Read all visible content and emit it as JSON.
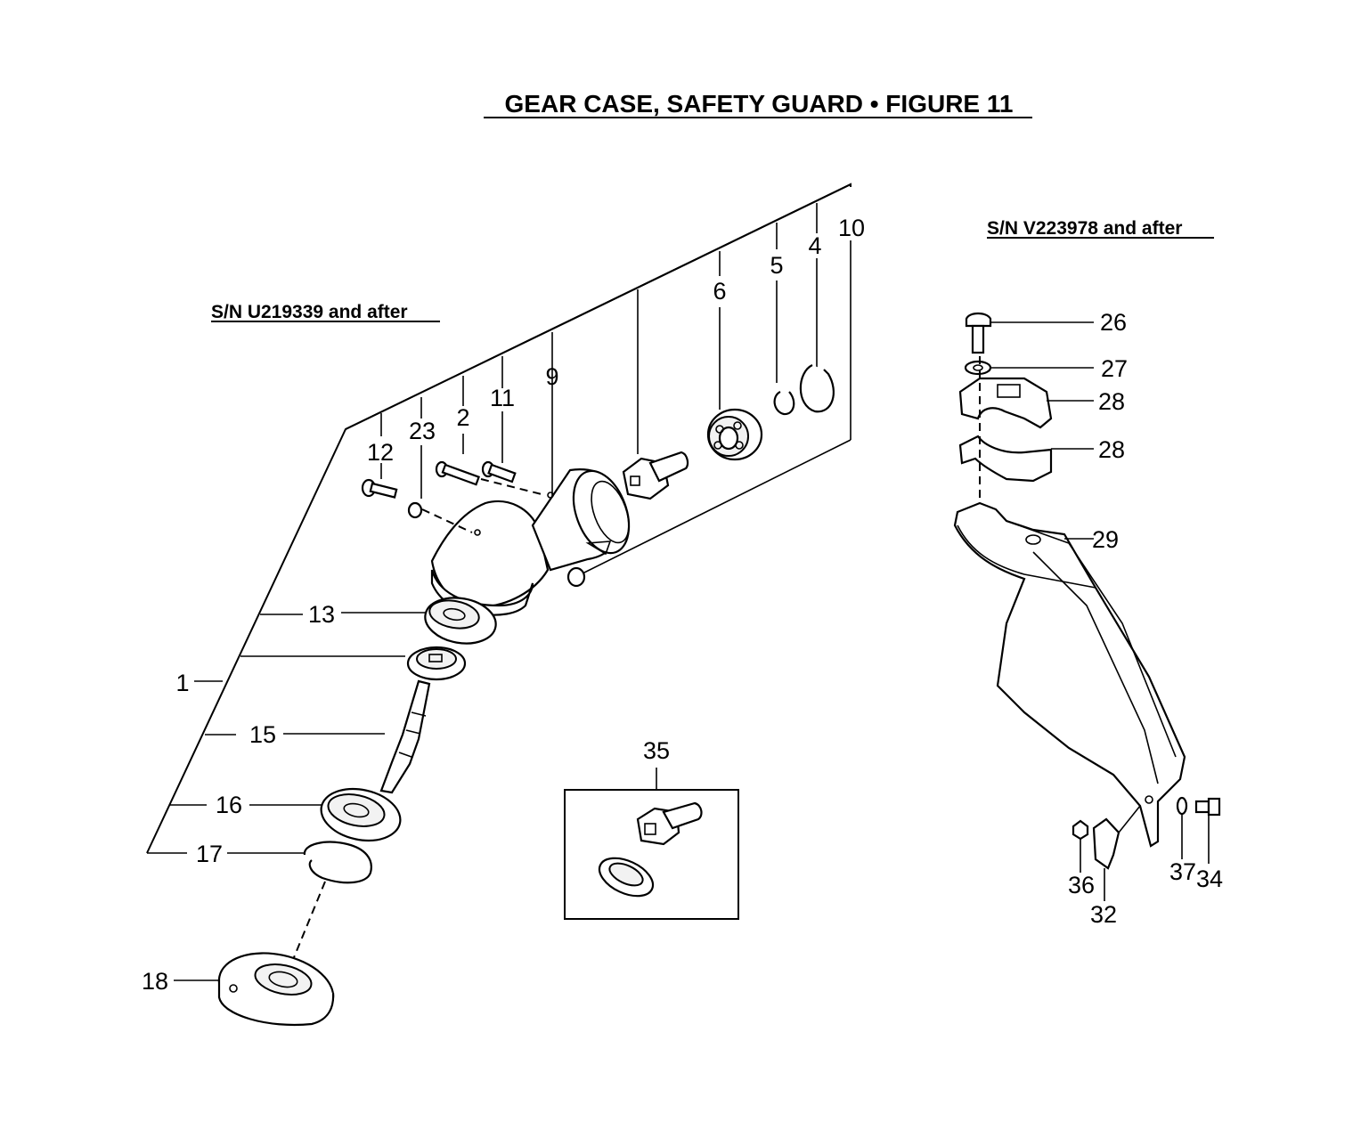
{
  "title": "GEAR CASE, SAFETY GUARD •  FIGURE 11",
  "serial_notes": {
    "left": "S/N U219339 and after",
    "right": "S/N V223978 and after"
  },
  "callouts": {
    "p1": "1",
    "p2": "2",
    "p4": "4",
    "p5": "5",
    "p6": "6",
    "p9": "9",
    "p10": "10",
    "p11": "11",
    "p12": "12",
    "p13": "13",
    "p15": "15",
    "p16": "16",
    "p17": "17",
    "p18": "18",
    "p23": "23",
    "p26": "26",
    "p27": "27",
    "p28a": "28",
    "p28b": "28",
    "p29": "29",
    "p32": "32",
    "p34": "34",
    "p35": "35",
    "p36": "36",
    "p37": "37"
  }
}
